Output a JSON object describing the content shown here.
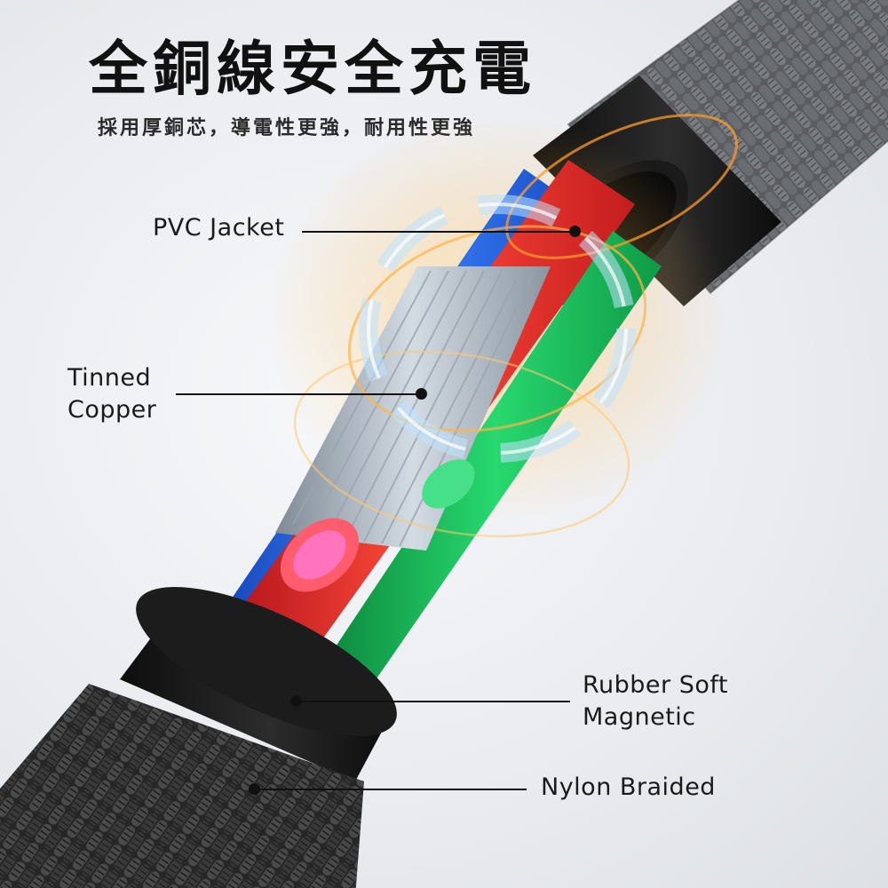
{
  "headline": "全銅線安全充電",
  "subline": "採用厚銅芯，導電性更強，耐用性更強",
  "callouts": {
    "pvc_jacket": {
      "lines": [
        "PVC Jacket"
      ]
    },
    "tinned_copper": {
      "lines": [
        "Tinned",
        "Copper"
      ]
    },
    "rubber_soft_magnetic": {
      "lines": [
        "Rubber Soft",
        "Magnetic"
      ]
    },
    "nylon_braided": {
      "lines": [
        "Nylon Braided"
      ]
    }
  },
  "colors": {
    "wire_red": "#e8332c",
    "wire_blue": "#2a6fe0",
    "wire_green": "#17b35a",
    "sleeve": "#141414",
    "braid": "#2b2b2b",
    "glow": "#ffb347"
  }
}
